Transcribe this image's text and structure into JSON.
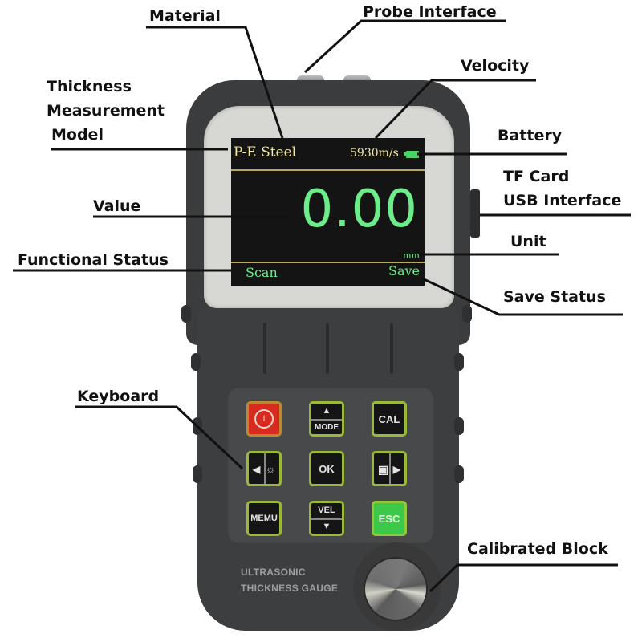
{
  "annotations": {
    "material": "Material",
    "probe_interface": "Probe Interface",
    "velocity": "Velocity",
    "thickness_model_line1": "Thickness",
    "thickness_model_line2": "Measurement",
    "thickness_model_line3": "Model",
    "battery": "Battery",
    "tf_card_line1": "TF Card",
    "tf_card_line2": "USB Interface",
    "value": "Value",
    "unit": "Unit",
    "functional_status": "Functional Status",
    "save_status": "Save Status",
    "keyboard": "Keyboard",
    "calibrated_block": "Calibrated Block"
  },
  "screen": {
    "mode_material": "P-E Steel",
    "velocity": "5930m/s",
    "value": "0.00",
    "unit": "mm",
    "functional_status": "Scan",
    "save_status": "Save",
    "battery_icon": "battery-full-icon"
  },
  "keypad": {
    "power": "power-icon",
    "mode_top": "▲",
    "mode_label": "MODE",
    "cal": "CAL",
    "left_arrow": "◀",
    "brightness": "☼",
    "ok": "OK",
    "save_icon": "▣",
    "right_arrow": "▶",
    "menu": "MEMU",
    "vel_label": "VEL",
    "vel_bottom": "▼",
    "esc": "ESC"
  },
  "device": {
    "brand_line1": "ULTRASONIC",
    "brand_line2": "THICKNESS GAUGE"
  },
  "colors": {
    "screen_yellow": "#f2e9a0",
    "screen_green": "#6bed8a",
    "key_border": "#9ab83a",
    "power_key": "#d82a1f",
    "esc_key": "#3cc94a",
    "body": "#3d3e3f"
  }
}
